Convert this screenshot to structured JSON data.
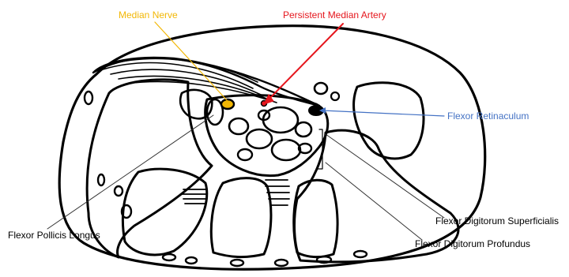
{
  "labels": {
    "median_nerve": "Median Nerve",
    "persistent_median_artery": "Persistent Median Artery",
    "flexor_retinaculum": "Flexor Retinaculum",
    "flexor_digitorum_superficialis": "Flexor Digitorum Superficialis",
    "flexor_digitorum_profundus": "Flexor Digitorum Profundus",
    "flexor_pollicis_longus": "Flexor Pollicis Longus"
  },
  "colors": {
    "median_nerve": "#f2b705",
    "persistent_median_artery": "#e5161d",
    "flexor_retinaculum": "#4472c4",
    "ink": "#000000",
    "leader_black": "#333333"
  }
}
